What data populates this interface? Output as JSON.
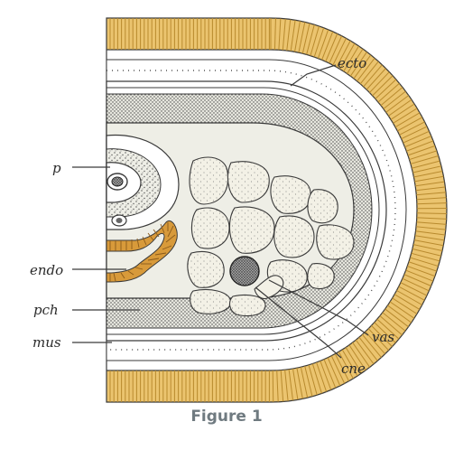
{
  "figure": {
    "caption": "Figure 1",
    "labels": {
      "ecto": "ecto",
      "p": "p",
      "endo": "endo",
      "pch": "pch",
      "mus": "mus",
      "vas": "vas",
      "cne": "cne"
    }
  },
  "colors": {
    "ectoderm": "#EBC46F",
    "ectoderm_lines": "#B88A2E",
    "endoderm": "#D89A3A",
    "tissue": "#EEEEE6",
    "cells": "#F3F1E6",
    "outline": "#3A3A3A"
  }
}
